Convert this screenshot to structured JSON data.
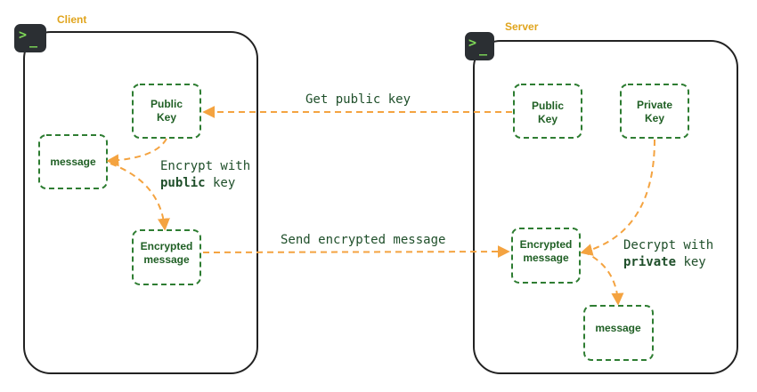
{
  "colors": {
    "node_stroke": "#2e7d32",
    "node_text": "#1f5f24",
    "arrow": "#f4a340",
    "panel_label": "#e0a41c",
    "terminal_glyph": "#7ed957"
  },
  "terminal_icon": {
    "name": "terminal-icon",
    "prompt": ">",
    "cursor": "_"
  },
  "client": {
    "label": "Client",
    "nodes": {
      "public_key": {
        "lines": [
          "Public",
          "Key"
        ]
      },
      "message": {
        "lines": [
          "message"
        ]
      },
      "encrypted_message": {
        "lines": [
          "Encrypted",
          "message"
        ]
      }
    }
  },
  "server": {
    "label": "Server",
    "nodes": {
      "public_key": {
        "lines": [
          "Public",
          "Key"
        ]
      },
      "private_key": {
        "lines": [
          "Private",
          "Key"
        ]
      },
      "encrypted_message": {
        "lines": [
          "Encrypted",
          "message"
        ]
      },
      "message": {
        "lines": [
          "message"
        ]
      }
    }
  },
  "edges": {
    "get_public_key": {
      "text": "Get public key"
    },
    "encrypt": {
      "line1": "Encrypt with",
      "line2_bold": "public",
      "line2_rest": " key"
    },
    "send_encrypted": {
      "text": "Send encrypted message"
    },
    "decrypt": {
      "line1": "Decrypt with",
      "line2_bold": "private",
      "line2_rest": " key"
    }
  }
}
